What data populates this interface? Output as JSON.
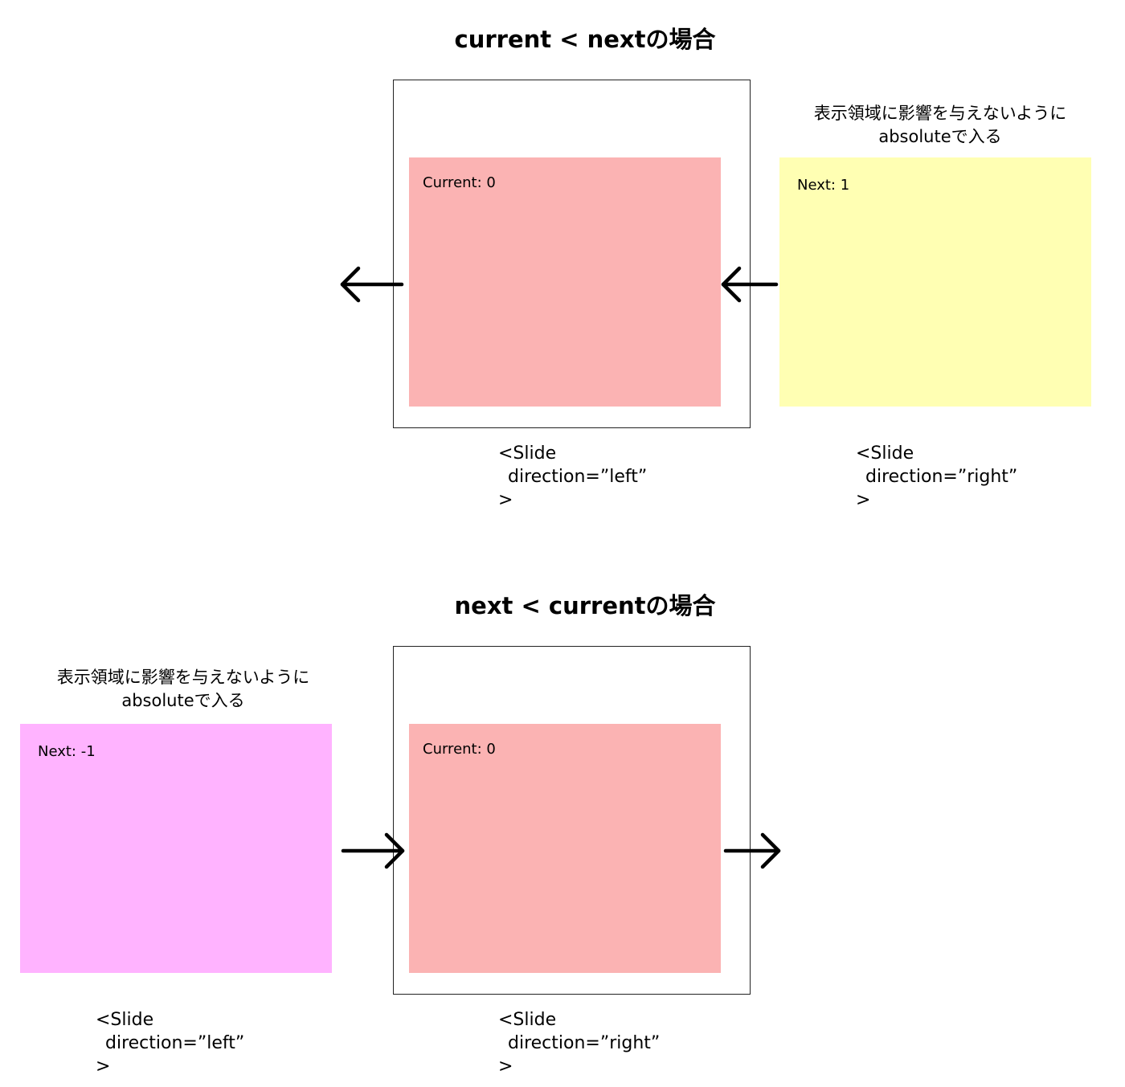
{
  "section1": {
    "title": "current < nextの場合",
    "current_label": "Current: 0",
    "next_label": "Next: 1",
    "note_line1": "表示領域に影響を与えないように",
    "note_line2": "absoluteで入る",
    "current_code": {
      "line1": "<Slide",
      "line2": "direction=”left”",
      "line3": ">"
    },
    "next_code": {
      "line1": "<Slide",
      "line2": "direction=”right”",
      "line3": ">"
    }
  },
  "section2": {
    "title": "next < currentの場合",
    "current_label": "Current: 0",
    "next_label": "Next: -1",
    "note_line1": "表示領域に影響を与えないように",
    "note_line2": "absoluteで入る",
    "next_code": {
      "line1": "<Slide",
      "line2": "direction=”left”",
      "line3": ">"
    },
    "current_code": {
      "line1": "<Slide",
      "line2": "direction=”right”",
      "line3": ">"
    }
  },
  "colors": {
    "current_slide": "#FBB3B3",
    "next_slide_right": "#FFFFB3",
    "next_slide_left": "#FFB3FF",
    "frame_border": "#222222",
    "arrow": "#000000"
  },
  "icons": {
    "left_arrow": "arrow-left-icon",
    "right_arrow": "arrow-right-icon"
  }
}
